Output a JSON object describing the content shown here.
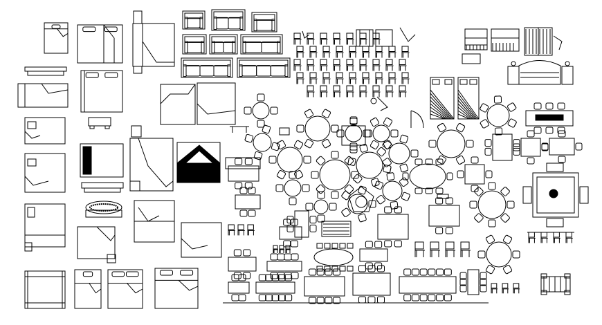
{
  "drawing": {
    "background": "#ffffff",
    "line_color": "#000000",
    "blocks": [
      {
        "kind": "bed",
        "name": "bed-single-top-left"
      },
      {
        "kind": "bed",
        "name": "bed-double-folded"
      },
      {
        "kind": "bed",
        "name": "bed-headboard-ornate"
      },
      {
        "kind": "bed",
        "name": "bed-double-folded-2"
      },
      {
        "kind": "sofa",
        "name": "sofa-set"
      },
      {
        "kind": "chair",
        "name": "chair-elevations"
      },
      {
        "kind": "bed",
        "name": "bed-elevations"
      },
      {
        "kind": "table",
        "name": "round-tables"
      },
      {
        "kind": "table",
        "name": "rectangular-tables"
      },
      {
        "kind": "bed",
        "name": "bed-column-left"
      },
      {
        "kind": "bed",
        "name": "bed-bottom-row"
      }
    ]
  }
}
